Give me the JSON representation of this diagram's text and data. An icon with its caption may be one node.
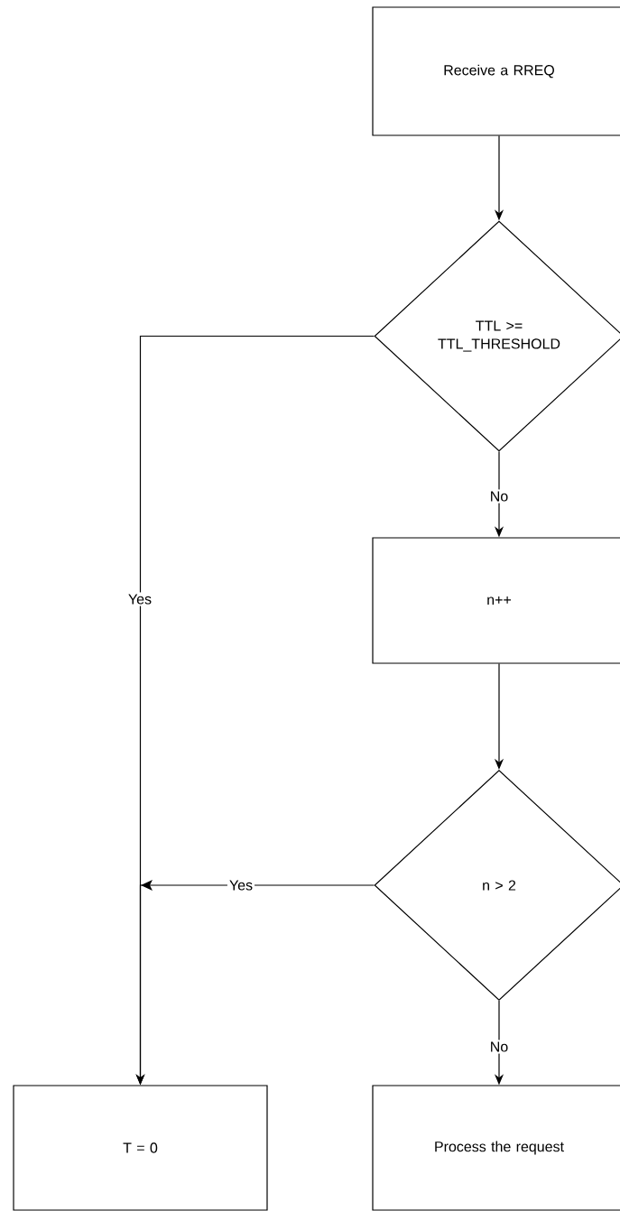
{
  "diagram": {
    "nodes": [
      {
        "text": [
          "Receive a RREQ"
        ]
      },
      {
        "text": [
          "TTL >= TTL_THRESHOLD"
        ]
      },
      {
        "text": [
          "n++"
        ]
      },
      {
        "text": [
          "n > 2"
        ]
      },
      {
        "text": [
          "T = 0"
        ]
      },
      {
        "text": [
          "Process the request"
        ]
      }
    ],
    "edges": [
      {
        "from": 0,
        "to": 1,
        "arrow": "to"
      },
      {
        "from": 1,
        "to": 4,
        "arrow": "to",
        "label": "Yes"
      },
      {
        "from": 1,
        "to": 2,
        "arrow": "to",
        "label": "No"
      },
      {
        "from": 2,
        "to": 3,
        "arrow": "to"
      },
      {
        "from": 3,
        "to": 4,
        "arrow": "to",
        "label": "Yes"
      },
      {
        "from": 3,
        "to": 5,
        "arrow": "to",
        "label": "No"
      }
    ]
  }
}
